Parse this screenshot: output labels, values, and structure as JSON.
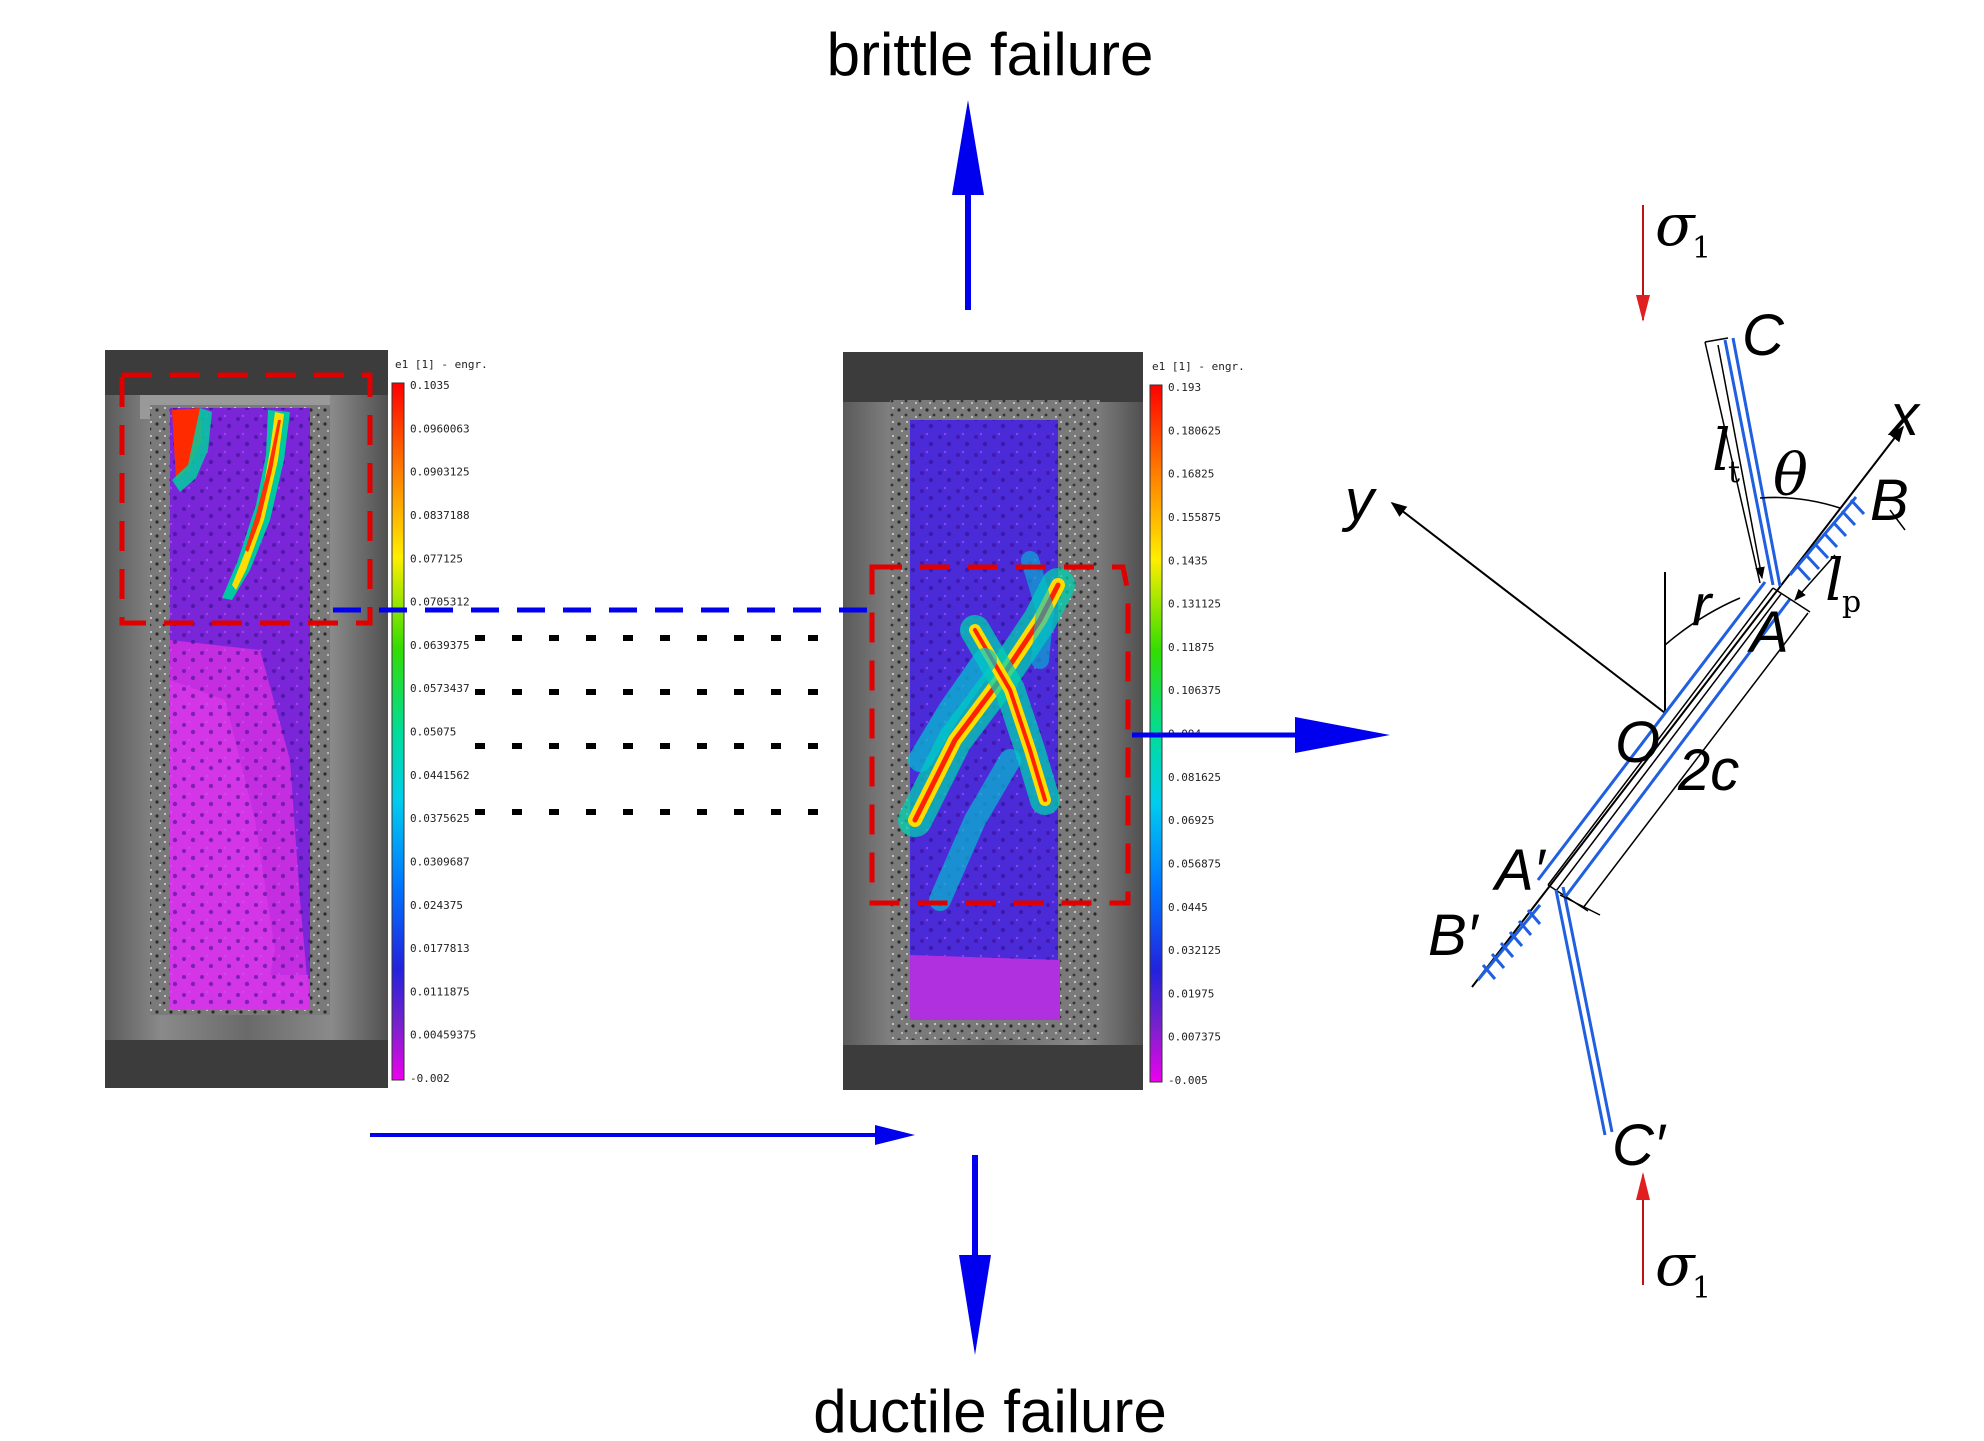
{
  "labels": {
    "brittle": "brittle failure",
    "ductile": "ductile failure"
  },
  "left_colorbar": {
    "title": "e1 [1] - engr.",
    "ticks": [
      "0.1035",
      "0.0960063",
      "0.0903125",
      "0.0837188",
      "0.077125",
      "0.0705312",
      "0.0639375",
      "0.0573437",
      "0.05075",
      "0.0441562",
      "0.0375625",
      "0.0309687",
      "0.024375",
      "0.0177813",
      "0.0111875",
      "0.00459375",
      "-0.002"
    ]
  },
  "right_colorbar": {
    "title": "e1 [1] - engr.",
    "ticks": [
      "0.193",
      "0.180625",
      "0.16825",
      "0.155875",
      "0.1435",
      "0.131125",
      "0.11875",
      "0.106375",
      "0.094",
      "0.081625",
      "0.06925",
      "0.056875",
      "0.0445",
      "0.032125",
      "0.01975",
      "0.007375",
      "-0.005"
    ]
  },
  "diagram": {
    "sigma_top": "σ",
    "sigma_top_sub": "1",
    "sigma_bottom": "σ",
    "sigma_bottom_sub": "1",
    "C": "C",
    "C_prime": "C′",
    "x": "x",
    "y": "y",
    "theta": "θ",
    "B": "B",
    "B_prime": "B′",
    "lt": "l",
    "lt_sub": "t",
    "lp": "l",
    "lp_sub": "p",
    "r": "r",
    "A": "A",
    "A_prime": "A′",
    "O": "O",
    "two_c": "2c"
  },
  "colors": {
    "arrow_blue": "#0000ee",
    "dash_red": "#e00000",
    "crack_blue": "#1f5fe0",
    "sigma_red": "#e02020"
  }
}
